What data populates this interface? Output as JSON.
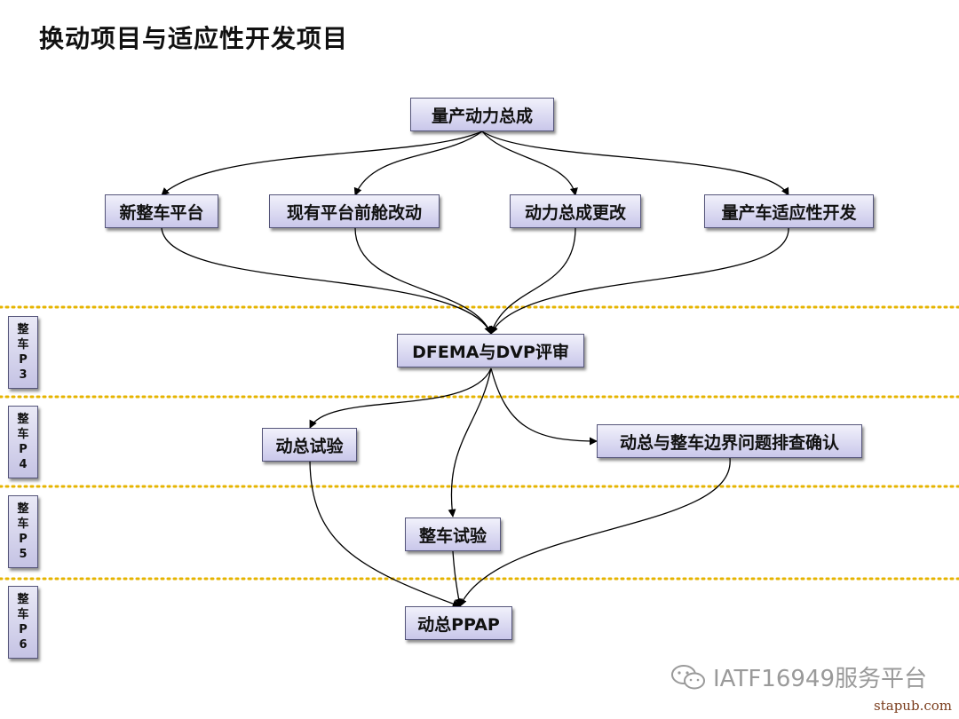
{
  "title": "换动项目与适应性开发项目",
  "nodes": {
    "mass_powertrain": "量产动力总成",
    "new_platform": "新整车平台",
    "front_cabin_change": "现有平台前舱改动",
    "powertrain_change": "动力总成更改",
    "vehicle_adaptation": "量产车适应性开发",
    "dfmea_dvp": "DFEMA与DVP评审",
    "powertrain_test": "动总试验",
    "boundary_check": "动总与整车边界问题排查确认",
    "vehicle_test": "整车试验",
    "powertrain_ppap": "动总PPAP"
  },
  "stages": [
    [
      "整",
      "车",
      "P",
      "3"
    ],
    [
      "整",
      "车",
      "P",
      "4"
    ],
    [
      "整",
      "车",
      "P",
      "5"
    ],
    [
      "整",
      "车",
      "P",
      "6"
    ]
  ],
  "colors": {
    "divider": "#e6b400",
    "box_border": "#55557a",
    "arrow": "#000000"
  },
  "watermark": {
    "icon": "wechat-icon",
    "text": "IATF16949服务平台",
    "site": "stapub.com"
  }
}
